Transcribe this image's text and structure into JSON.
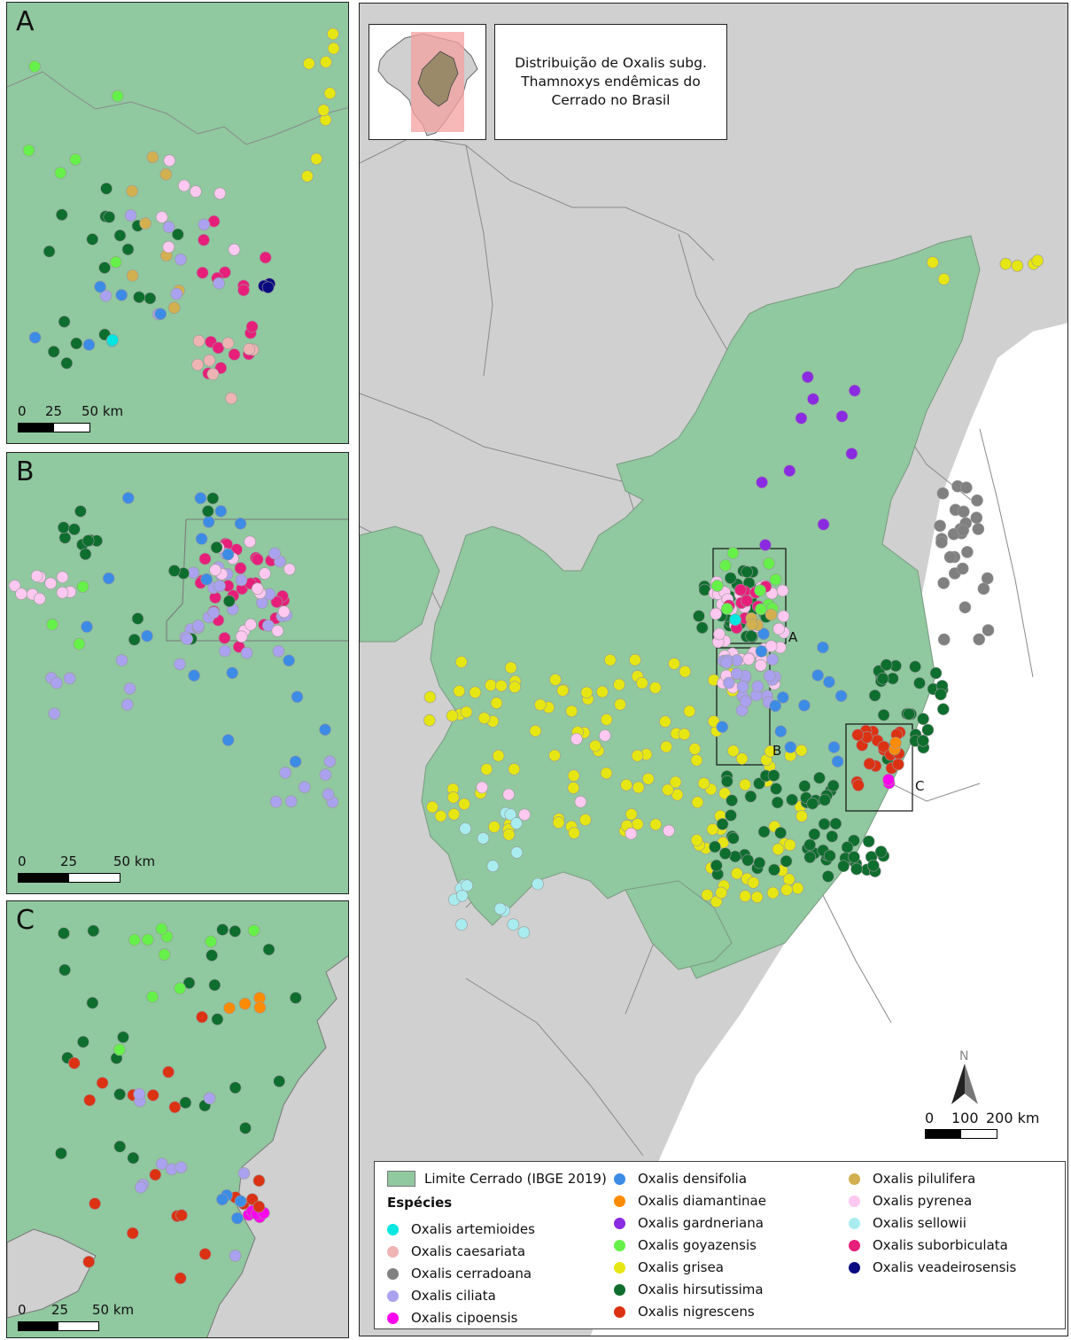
{
  "title": "Distribuição de Oxalis subg.\nThamnoxys endêmicas do\nCerrado no Brasil",
  "colors": {
    "cerrado": "#90c8a0",
    "land": "#d0d0d0",
    "border": "#8a8a8a",
    "inset_box": "#f4a0a0"
  },
  "panels": [
    {
      "letter": "A",
      "scale_labels": [
        "0",
        "25",
        "50 km"
      ]
    },
    {
      "letter": "B",
      "scale_labels": [
        "0",
        "25",
        "50 km"
      ]
    },
    {
      "letter": "C",
      "scale_labels": [
        "0",
        "25",
        "50 km"
      ]
    }
  ],
  "main_map": {
    "box_labels": [
      "A",
      "B",
      "C"
    ],
    "north_label": "N",
    "scale_labels": [
      "0",
      "100",
      "200 km"
    ]
  },
  "legend": {
    "boundary_label": "Limite Cerrado (IBGE 2019)",
    "species_heading": "Espécies",
    "species": [
      {
        "name": "Oxalis artemioides",
        "color": "#00e6e0"
      },
      {
        "name": "Oxalis caesariata",
        "color": "#eeb4b4"
      },
      {
        "name": "Oxalis cerradoana",
        "color": "#808080"
      },
      {
        "name": "Oxalis ciliata",
        "color": "#aaa2ee"
      },
      {
        "name": "Oxalis cipoensis",
        "color": "#ff00ee"
      },
      {
        "name": "Oxalis densifolia",
        "color": "#3c8ce6"
      },
      {
        "name": "Oxalis diamantinae",
        "color": "#ff8c00"
      },
      {
        "name": "Oxalis gardneriana",
        "color": "#8a2be2"
      },
      {
        "name": "Oxalis goyazensis",
        "color": "#66f04a"
      },
      {
        "name": "Oxalis grisea",
        "color": "#e6e614"
      },
      {
        "name": "Oxalis hirsutissima",
        "color": "#0e6e2e"
      },
      {
        "name": "Oxalis nigrescens",
        "color": "#dc3214"
      },
      {
        "name": "Oxalis pilulifera",
        "color": "#d2b050"
      },
      {
        "name": "Oxalis pyrenea",
        "color": "#ffc8f0"
      },
      {
        "name": "Oxalis sellowii",
        "color": "#a8ecf0"
      },
      {
        "name": "Oxalis suborbiculata",
        "color": "#e6207a"
      },
      {
        "name": "Oxalis veadeirosensis",
        "color": "#0a0a80"
      }
    ]
  }
}
